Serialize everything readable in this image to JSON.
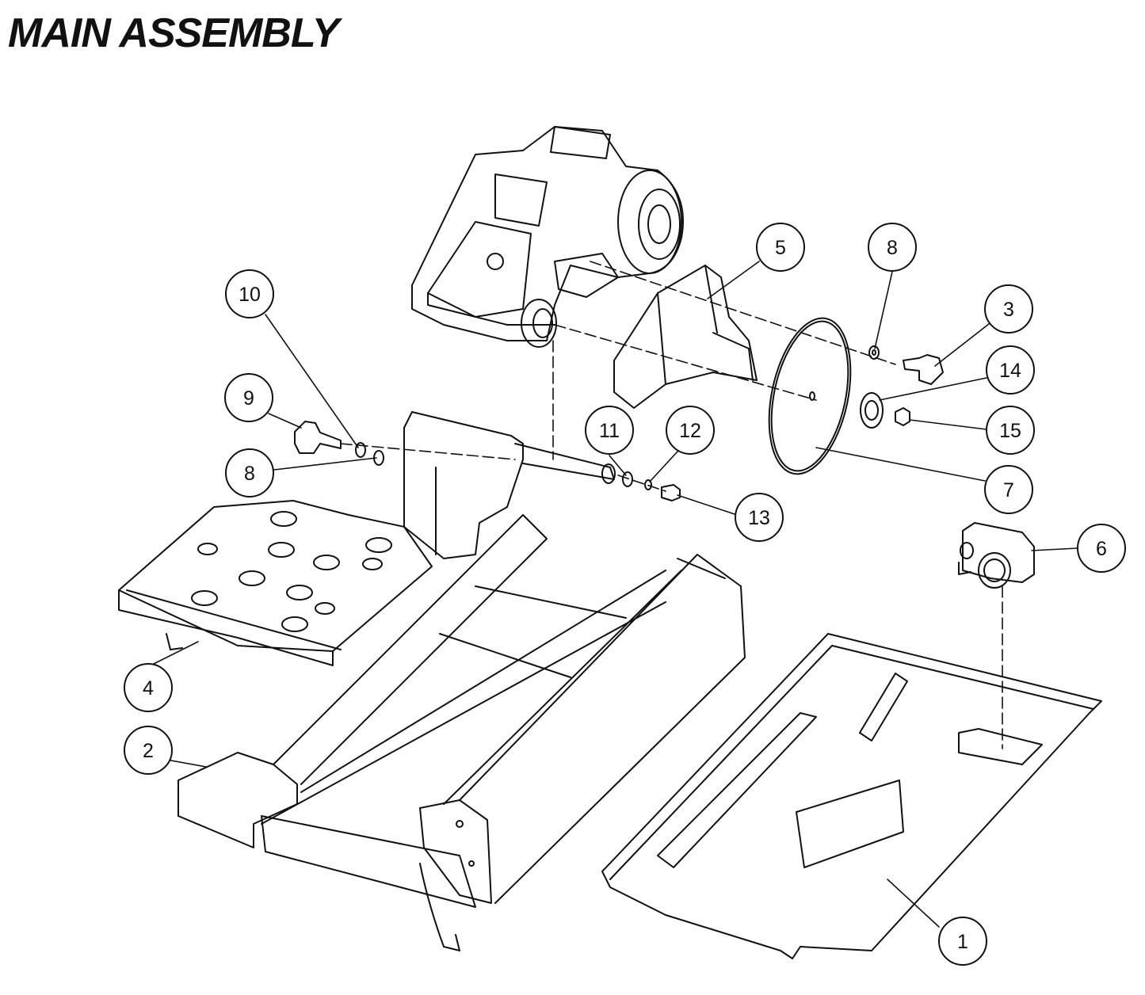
{
  "title": "MAIN ASSEMBLY",
  "callouts": [
    {
      "id": "1",
      "label": "1"
    },
    {
      "id": "2",
      "label": "2"
    },
    {
      "id": "3",
      "label": "3"
    },
    {
      "id": "4",
      "label": "4"
    },
    {
      "id": "5",
      "label": "5"
    },
    {
      "id": "6",
      "label": "6"
    },
    {
      "id": "7",
      "label": "7"
    },
    {
      "id": "8a",
      "label": "8"
    },
    {
      "id": "8b",
      "label": "8"
    },
    {
      "id": "9",
      "label": "9"
    },
    {
      "id": "10",
      "label": "10"
    },
    {
      "id": "11",
      "label": "11"
    },
    {
      "id": "12",
      "label": "12"
    },
    {
      "id": "13",
      "label": "13"
    },
    {
      "id": "14",
      "label": "14"
    },
    {
      "id": "15",
      "label": "15"
    }
  ],
  "colors": {
    "line": "#111111",
    "background": "#ffffff"
  }
}
